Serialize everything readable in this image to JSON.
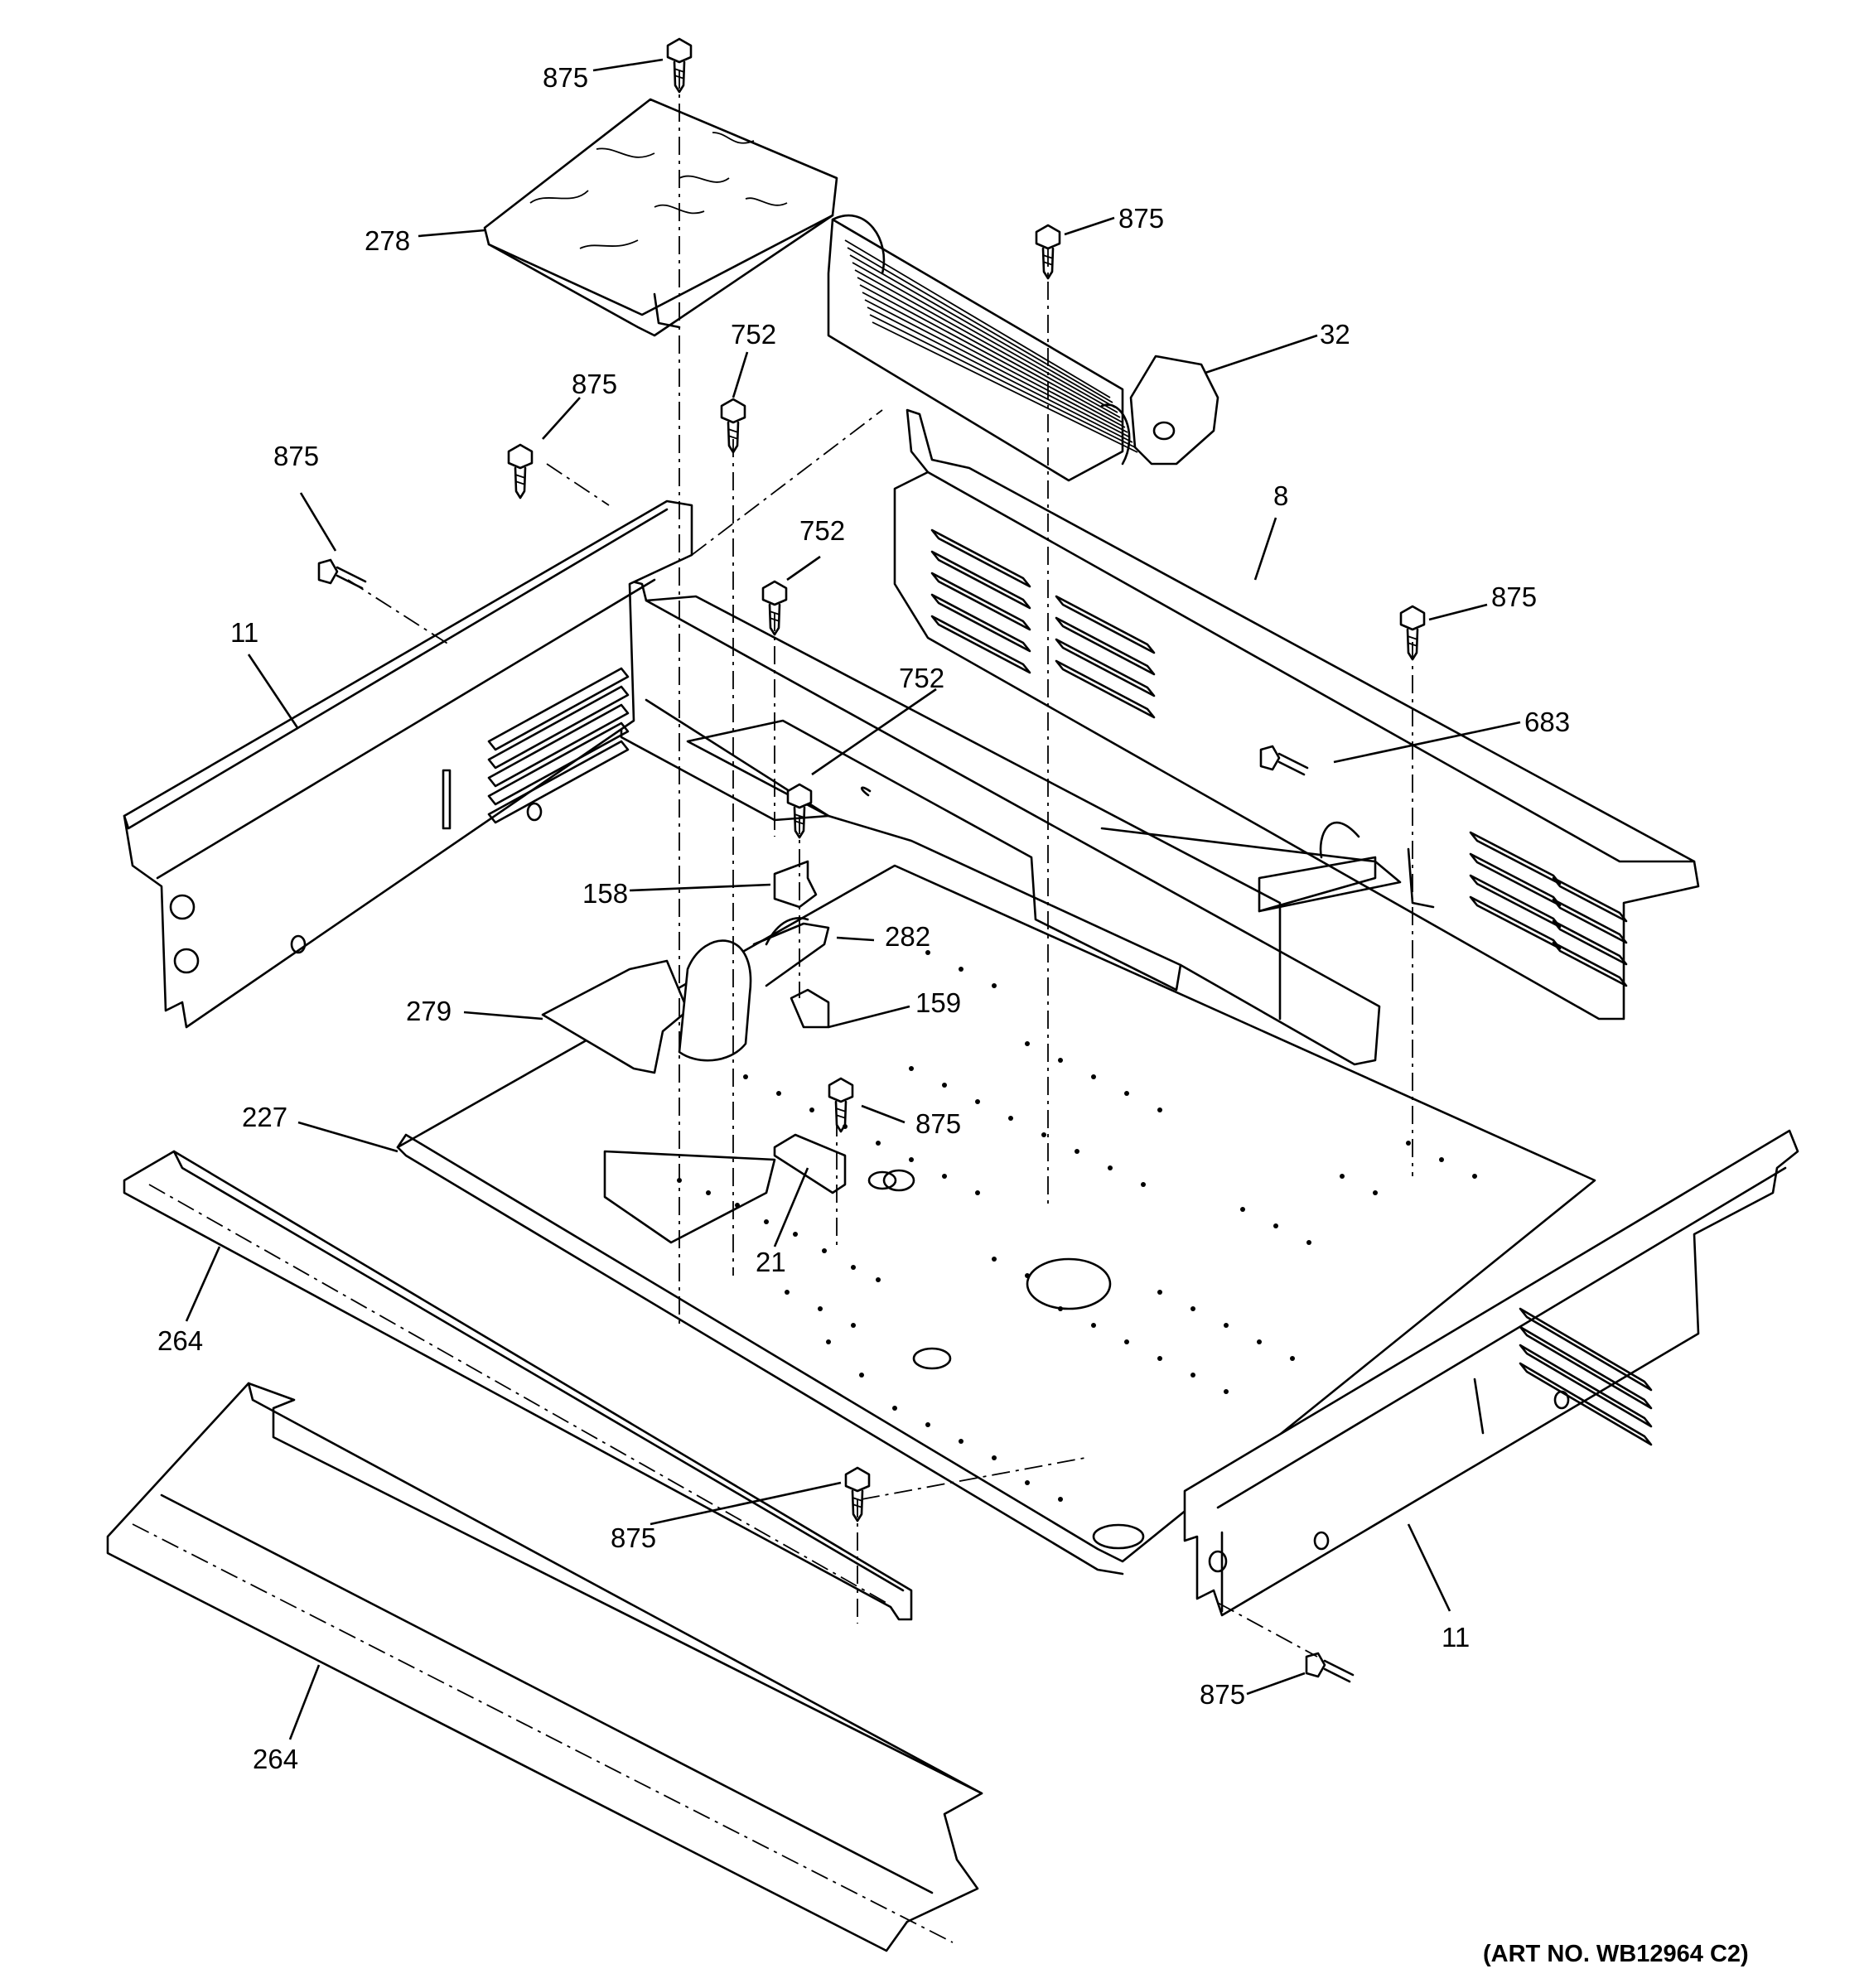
{
  "diagram": {
    "art_number": "(ART NO. WB12964 C2)",
    "callouts": [
      {
        "id": "c875a",
        "text": "875"
      },
      {
        "id": "c278",
        "text": "278"
      },
      {
        "id": "c875b",
        "text": "875"
      },
      {
        "id": "c752a",
        "text": "752"
      },
      {
        "id": "c32",
        "text": "32"
      },
      {
        "id": "c875c",
        "text": "875"
      },
      {
        "id": "c875d",
        "text": "875"
      },
      {
        "id": "c8",
        "text": "8"
      },
      {
        "id": "c752b",
        "text": "752"
      },
      {
        "id": "c875e",
        "text": "875"
      },
      {
        "id": "c11a",
        "text": "11"
      },
      {
        "id": "c752c",
        "text": "752"
      },
      {
        "id": "c683",
        "text": "683"
      },
      {
        "id": "c158",
        "text": "158"
      },
      {
        "id": "c282",
        "text": "282"
      },
      {
        "id": "c279",
        "text": "279"
      },
      {
        "id": "c159",
        "text": "159"
      },
      {
        "id": "c875f",
        "text": "875"
      },
      {
        "id": "c227",
        "text": "227"
      },
      {
        "id": "c21",
        "text": "21"
      },
      {
        "id": "c264a",
        "text": "264"
      },
      {
        "id": "c875g",
        "text": "875"
      },
      {
        "id": "c11b",
        "text": "11"
      },
      {
        "id": "c875h",
        "text": "875"
      },
      {
        "id": "c264b",
        "text": "264"
      }
    ]
  }
}
